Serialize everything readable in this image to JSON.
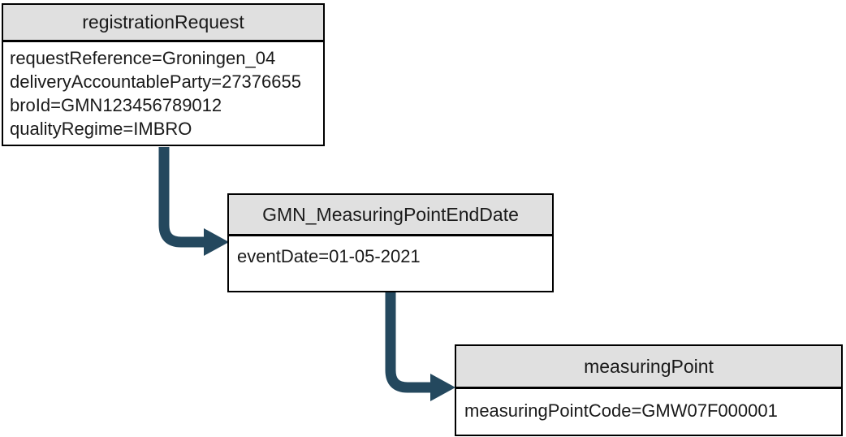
{
  "diagram": {
    "colors": {
      "arrow": "#24485e",
      "header_bg": "#e0e0e0",
      "border": "#000000"
    },
    "nodes": [
      {
        "id": "registrationRequest",
        "title": "registrationRequest",
        "attributes": [
          "requestReference=Groningen_04",
          "deliveryAccountableParty=27376655",
          "broId=GMN123456789012",
          "qualityRegime=IMBRO"
        ]
      },
      {
        "id": "GMN_MeasuringPointEndDate",
        "title": "GMN_MeasuringPointEndDate",
        "attributes": [
          "eventDate=01-05-2021"
        ]
      },
      {
        "id": "measuringPoint",
        "title": "measuringPoint",
        "attributes": [
          "measuringPointCode=GMW07F000001"
        ]
      }
    ],
    "edges": [
      {
        "from": "registrationRequest",
        "to": "GMN_MeasuringPointEndDate"
      },
      {
        "from": "GMN_MeasuringPointEndDate",
        "to": "measuringPoint"
      }
    ]
  }
}
